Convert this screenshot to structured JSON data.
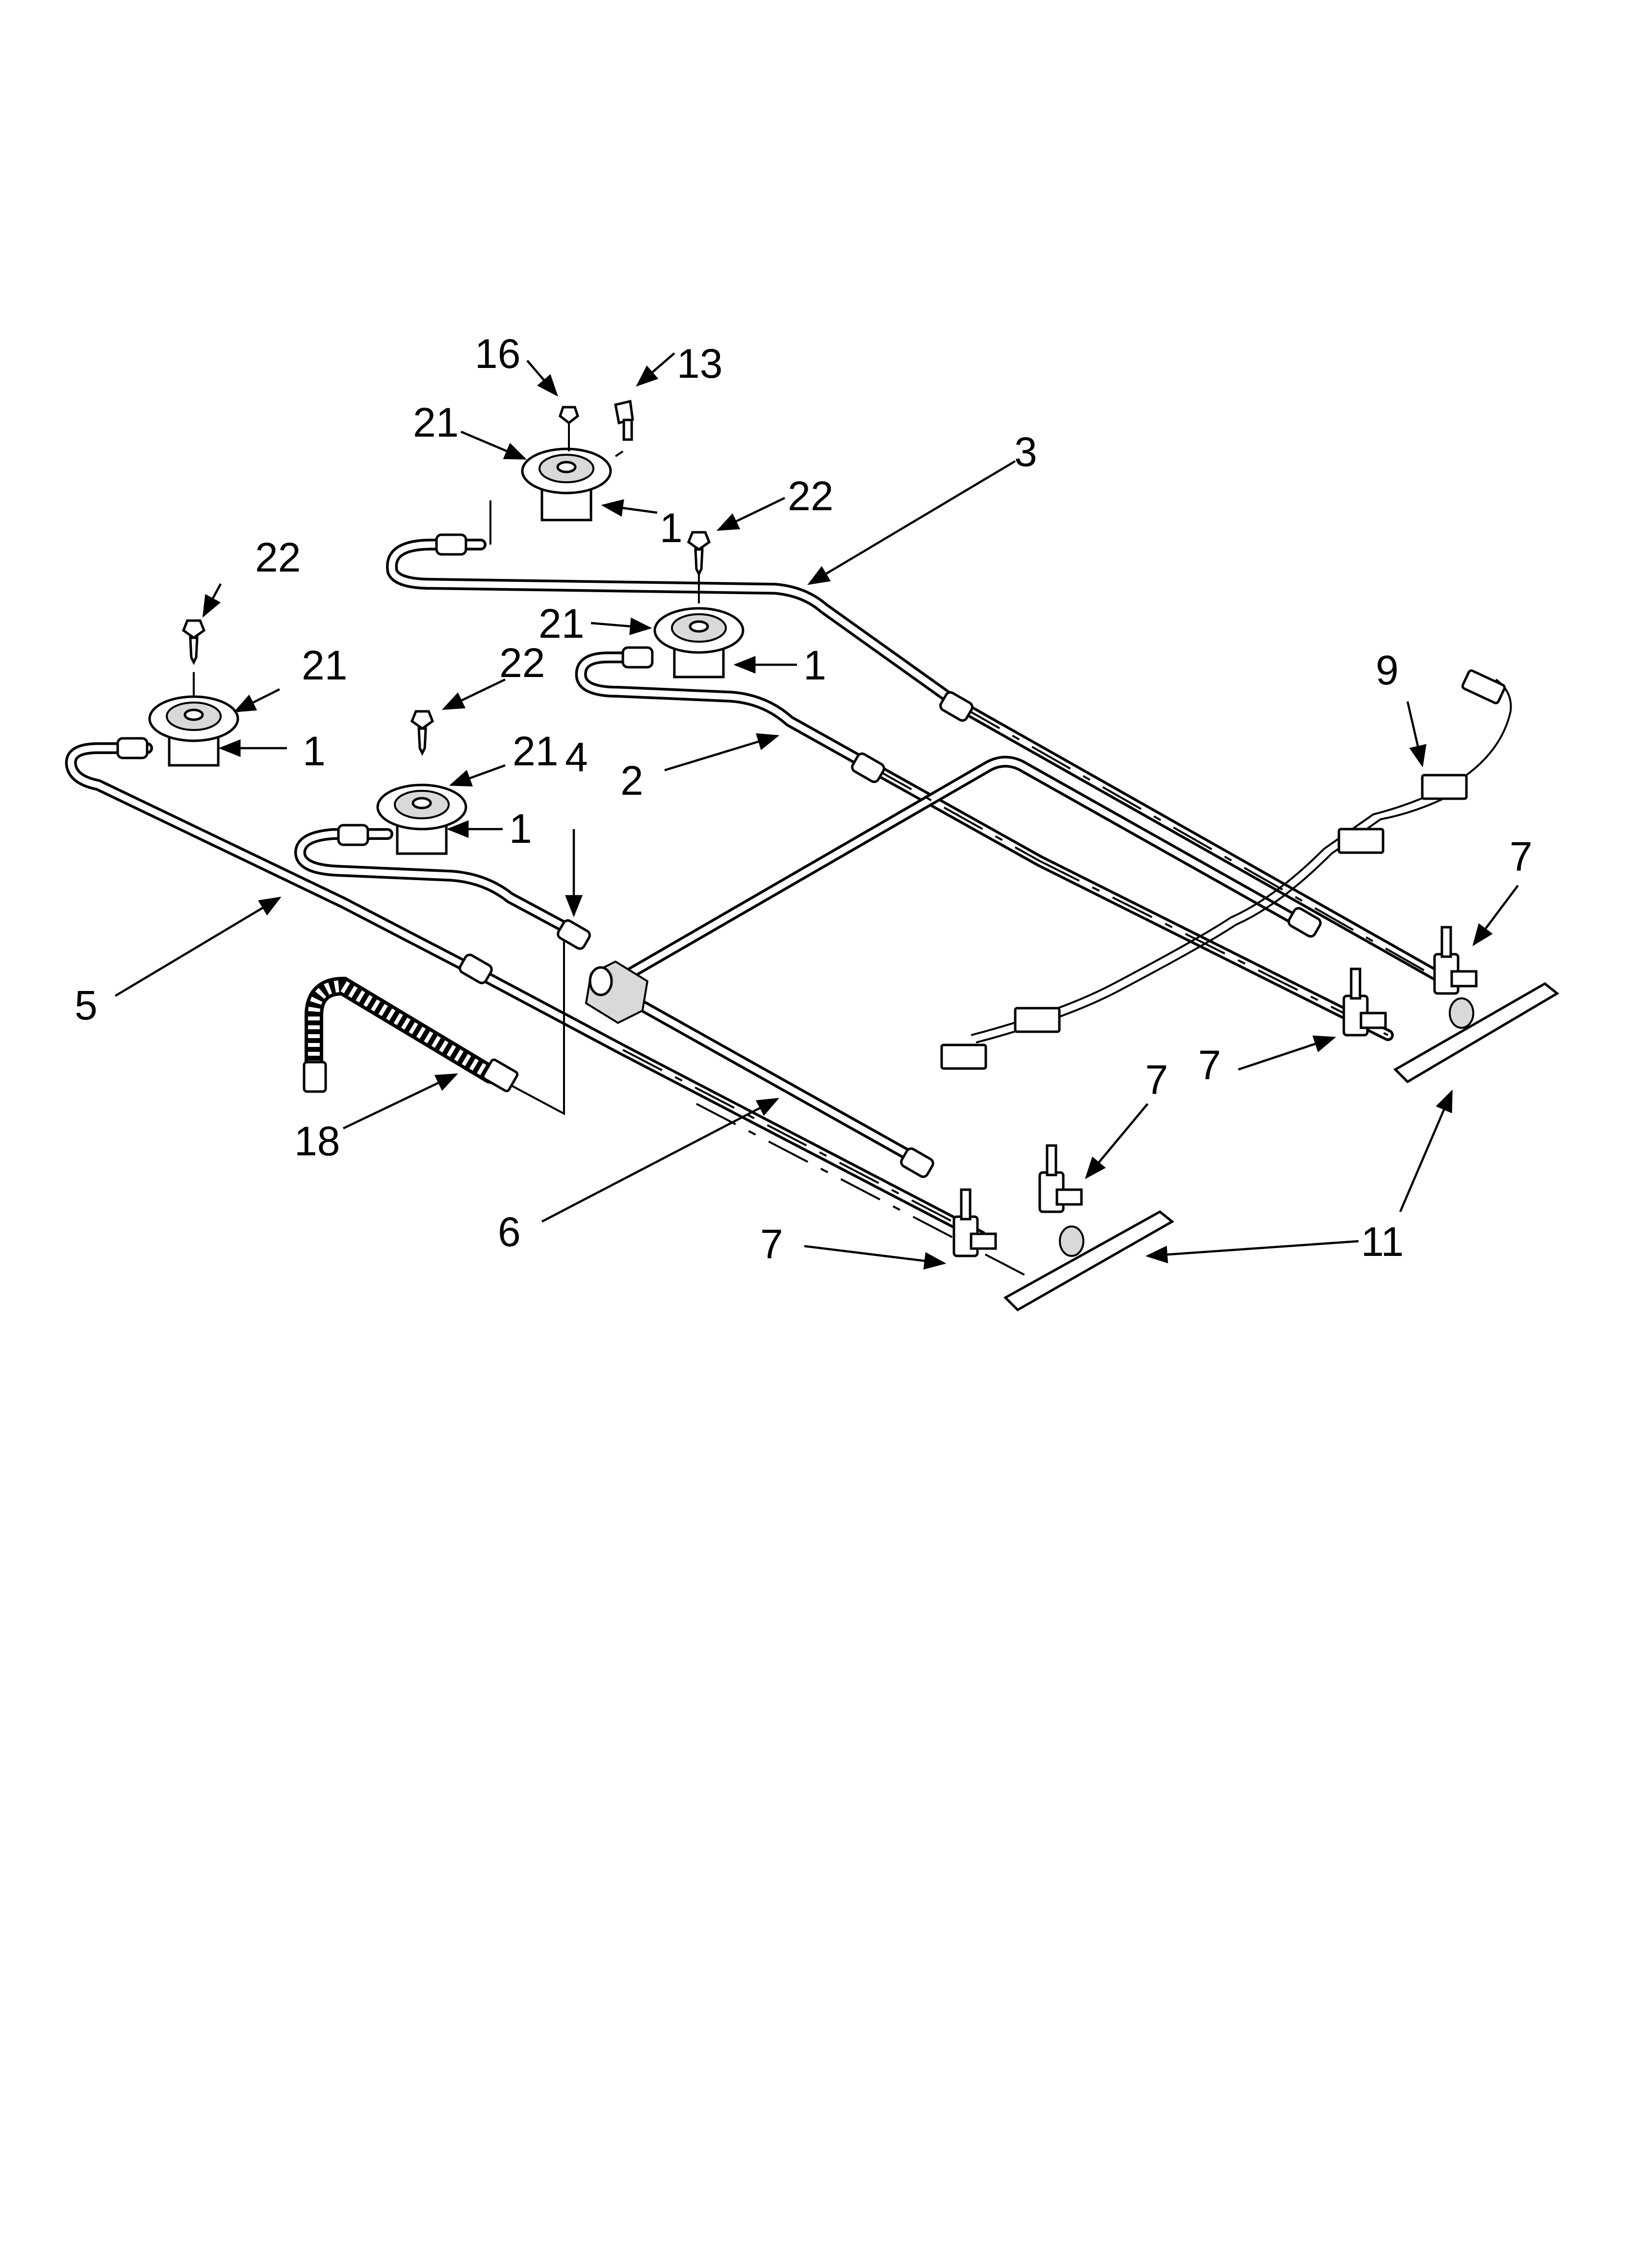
{
  "diagram": {
    "callouts": [
      {
        "id": "c16",
        "text": "16"
      },
      {
        "id": "c13",
        "text": "13"
      },
      {
        "id": "c21a",
        "text": "21"
      },
      {
        "id": "c3",
        "text": "3"
      },
      {
        "id": "c1a",
        "text": "1"
      },
      {
        "id": "c22a",
        "text": "22"
      },
      {
        "id": "c22b",
        "text": "22"
      },
      {
        "id": "c21b",
        "text": "21"
      },
      {
        "id": "c1b",
        "text": "1"
      },
      {
        "id": "c9",
        "text": "9"
      },
      {
        "id": "c21c",
        "text": "21"
      },
      {
        "id": "c22c",
        "text": "22"
      },
      {
        "id": "c1c",
        "text": "1"
      },
      {
        "id": "c21d",
        "text": "21"
      },
      {
        "id": "c4",
        "text": "4"
      },
      {
        "id": "c2",
        "text": "2"
      },
      {
        "id": "c1d",
        "text": "1"
      },
      {
        "id": "c7a",
        "text": "7"
      },
      {
        "id": "c5",
        "text": "5"
      },
      {
        "id": "c7b",
        "text": "7"
      },
      {
        "id": "c18",
        "text": "18"
      },
      {
        "id": "c7c",
        "text": "7"
      },
      {
        "id": "c6",
        "text": "6"
      },
      {
        "id": "c7d",
        "text": "7"
      },
      {
        "id": "c11",
        "text": "11"
      }
    ]
  }
}
